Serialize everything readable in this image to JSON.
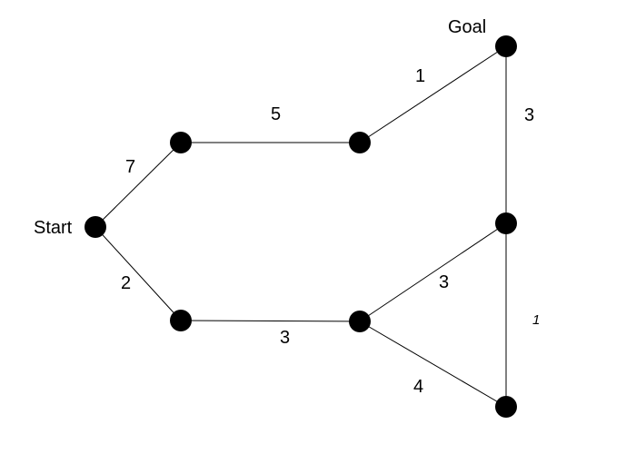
{
  "graph": {
    "nodes": [
      {
        "id": "start",
        "label": "Start"
      },
      {
        "id": "top-left",
        "label": ""
      },
      {
        "id": "top-mid",
        "label": ""
      },
      {
        "id": "goal",
        "label": "Goal"
      },
      {
        "id": "right-mid",
        "label": ""
      },
      {
        "id": "bottom-left",
        "label": ""
      },
      {
        "id": "bottom-mid",
        "label": ""
      },
      {
        "id": "bottom-right",
        "label": ""
      }
    ],
    "edges": [
      {
        "from": "start",
        "to": "top-left",
        "weight": "7"
      },
      {
        "from": "top-left",
        "to": "top-mid",
        "weight": "5"
      },
      {
        "from": "top-mid",
        "to": "goal",
        "weight": "1"
      },
      {
        "from": "goal",
        "to": "right-mid",
        "weight": "3"
      },
      {
        "from": "start",
        "to": "bottom-left",
        "weight": "2"
      },
      {
        "from": "bottom-left",
        "to": "bottom-mid",
        "weight": "3"
      },
      {
        "from": "bottom-mid",
        "to": "right-mid",
        "weight": "3"
      },
      {
        "from": "bottom-mid",
        "to": "bottom-right",
        "weight": "4"
      },
      {
        "from": "right-mid",
        "to": "bottom-right",
        "weight": "1"
      }
    ]
  }
}
